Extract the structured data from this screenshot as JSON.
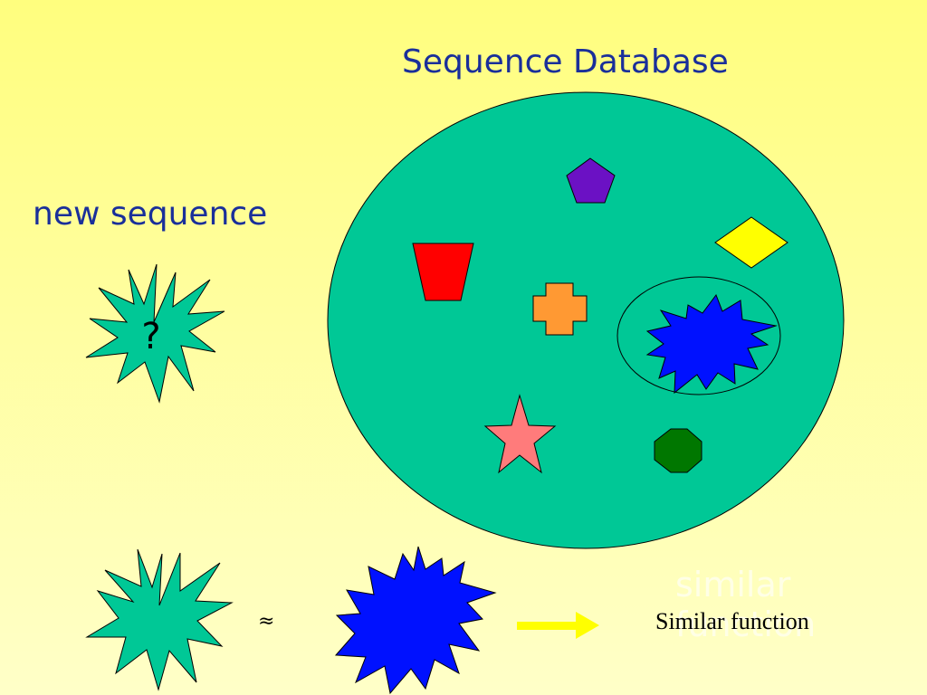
{
  "title": "Sequence Database",
  "new_sequence_label": "new sequence",
  "query_mark": "?",
  "approx_symbol": "≈",
  "ghost_text_line1": "similar",
  "ghost_text_line2": "function",
  "result_label": "Similar function",
  "colors": {
    "database_fill": "#00c896",
    "query_star": "#00c896",
    "match_star": "#0011ff",
    "pentagon": "#6b11c4",
    "diamond": "#ffff00",
    "trapezoid": "#ff0000",
    "cross": "#ff9933",
    "star": "#ff7b7b",
    "octagon": "#007700",
    "arrow": "#ffff00",
    "title_text": "#1a2f9a"
  },
  "shapes": [
    "pentagon",
    "diamond",
    "trapezoid",
    "cross",
    "spiky-star",
    "five-point-star",
    "octagon"
  ]
}
